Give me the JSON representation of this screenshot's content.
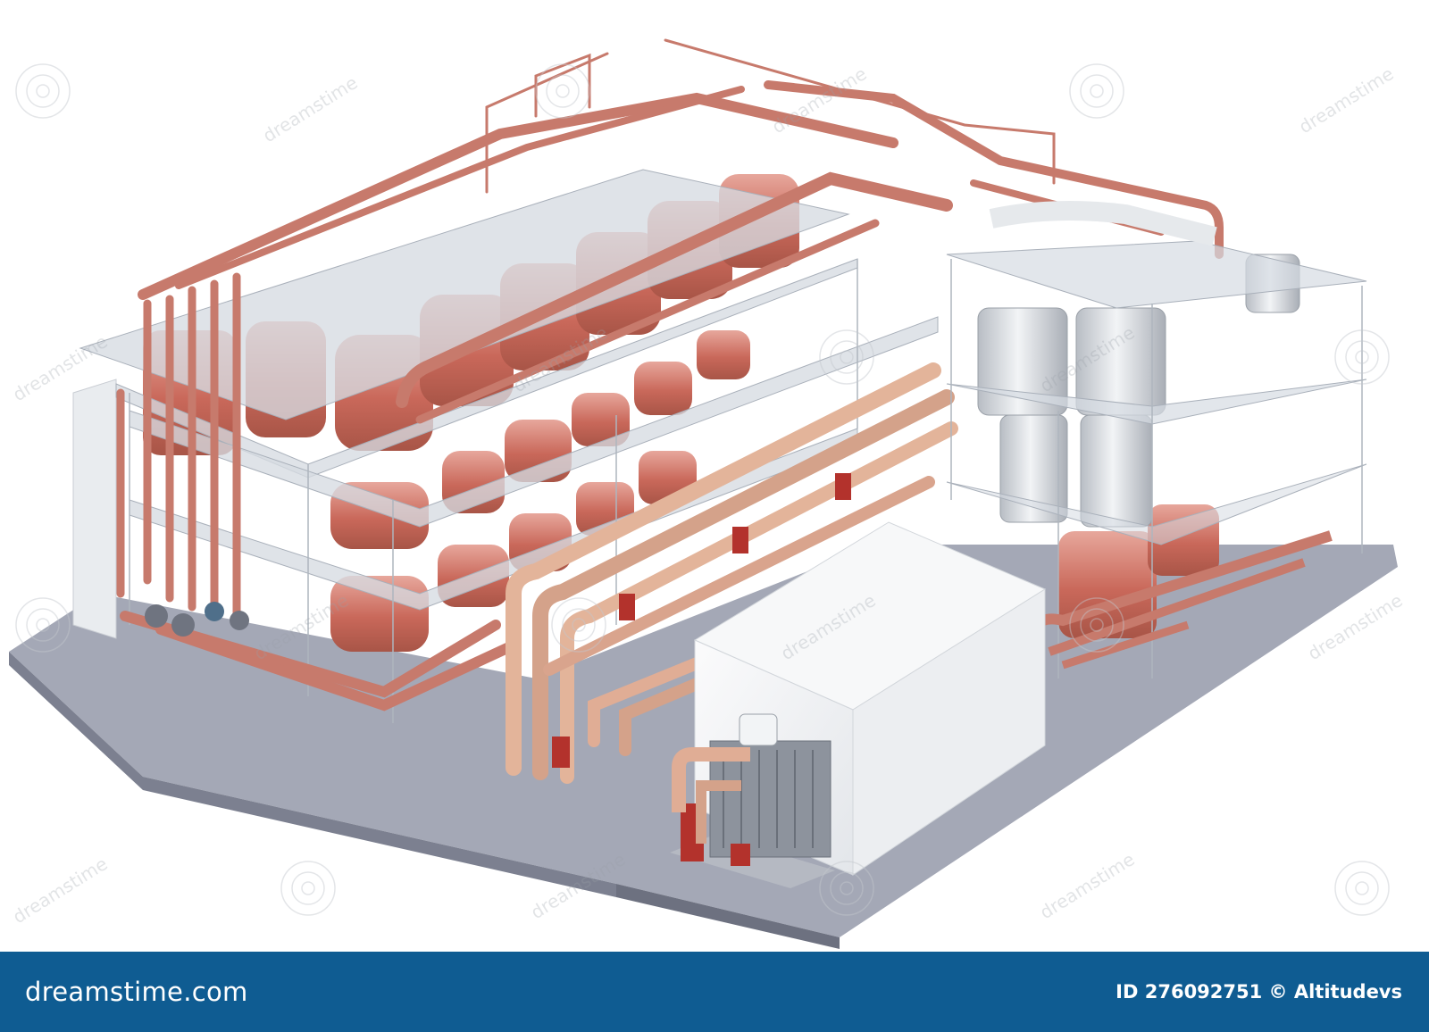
{
  "image": {
    "subject": "industrial-plant-cutaway",
    "colors": {
      "pipe": "#c77a6c",
      "tank": "#c9685a",
      "platform": "#d6dbe2",
      "floor": "#9a9fae",
      "steel_tank": "#d9dde2",
      "footer_bg": "#0f5c92"
    }
  },
  "watermark": {
    "text": "dreamstime"
  },
  "footer": {
    "brand_left": "dreamstime",
    "brand_dot": ".",
    "brand_right": "com",
    "id_label": "ID 276092751 © Altitudevs"
  }
}
